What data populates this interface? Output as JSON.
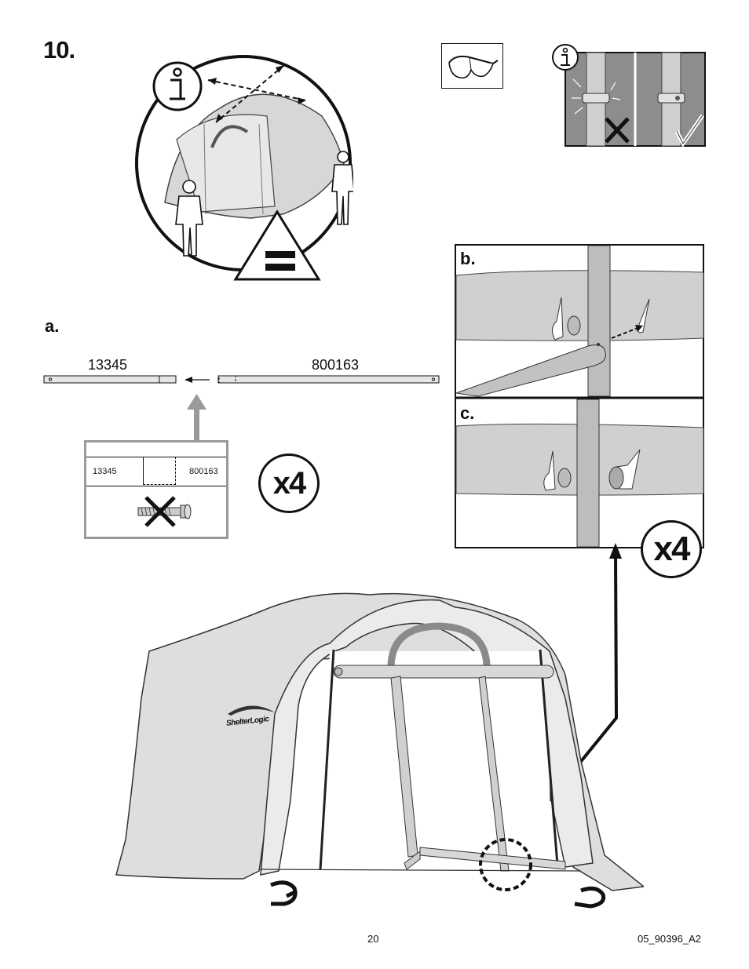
{
  "step": {
    "number": "10."
  },
  "labels": {
    "a": "a.",
    "b": "b.",
    "c": "c."
  },
  "parts": {
    "left": "13345",
    "right": "800163"
  },
  "detail": {
    "left": "13345",
    "right": "800163"
  },
  "multipliers": {
    "main": "x4",
    "pole": "x4"
  },
  "brand": {
    "logo_text": "ShelterLogic"
  },
  "footer": {
    "page_number": "20",
    "doc_code": "05_90396_A2"
  }
}
